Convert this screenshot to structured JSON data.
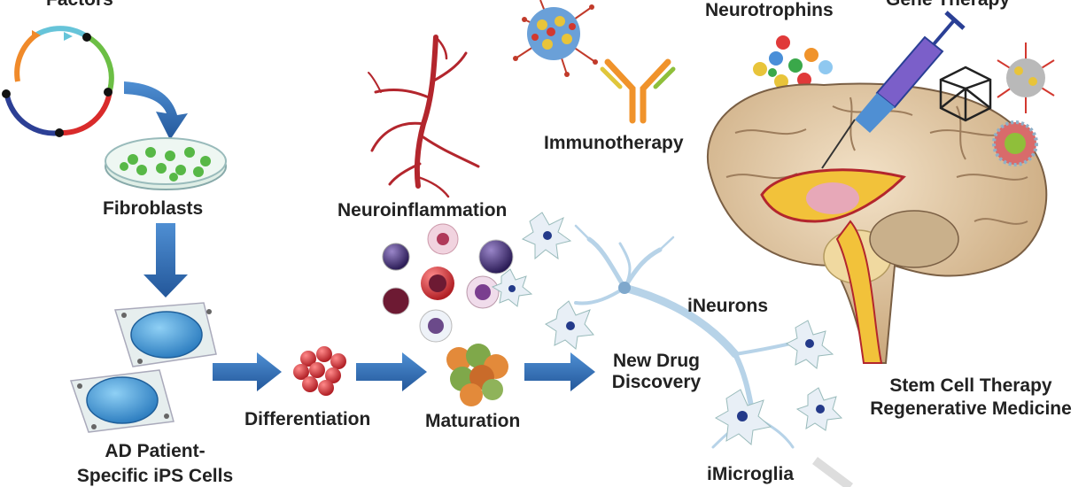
{
  "labels": {
    "factors": "Factors",
    "fibroblasts": "Fibroblasts",
    "ad_patient_line1": "AD Patient-",
    "ad_patient_line2": "Specific iPS Cells",
    "differentiation": "Differentiation",
    "maturation": "Maturation",
    "neuroinflammation": "Neuroinflammation",
    "immunotherapy": "Immunotherapy",
    "neurotrophins": "Neurotrophins",
    "gene_therapy": "Gene Therapy",
    "ineurons": "iNeurons",
    "new_drug_line1": "New Drug",
    "new_drug_line2": "Discovery",
    "imicroglia": "iMicroglia",
    "stem_cell_line1": "Stem Cell Therapy",
    "stem_cell_line2": "Regenerative Medicine"
  },
  "colors": {
    "arrow_blue": "#2f6db5",
    "vessel_red": "#b3262d",
    "cell_blue": "#5b9bd5",
    "neuron": "#b7d3e8",
    "brain": "#e4c9a3",
    "text": "#222222"
  }
}
